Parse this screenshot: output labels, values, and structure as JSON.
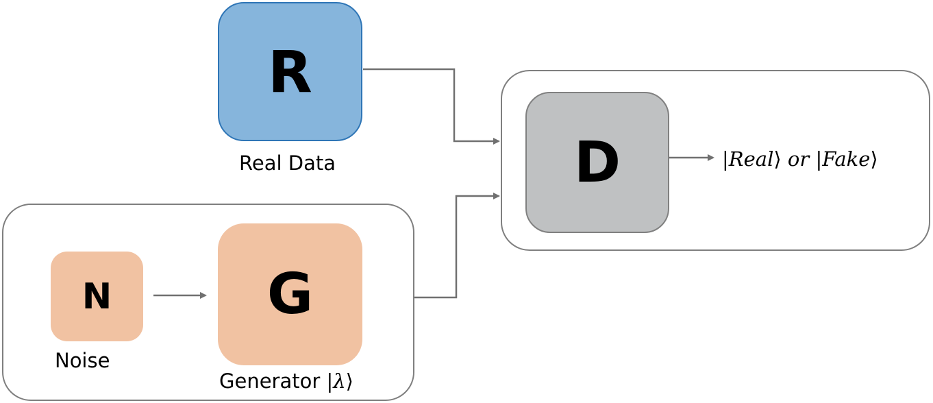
{
  "nodes": {
    "real": {
      "letter": "R",
      "label": "Real Data"
    },
    "discriminator": {
      "letter": "D"
    },
    "generator": {
      "letter": "G",
      "label": "Generator",
      "ket": "λ"
    },
    "noise": {
      "letter": "N",
      "label": "Noise"
    }
  },
  "output": {
    "real_ket": "Real",
    "connector": "or",
    "fake_ket": "Fake"
  },
  "colors": {
    "real_fill": "#86b5dc",
    "real_border": "#2e75b6",
    "discriminator_fill": "#bfc1c2",
    "generator_fill": "#f1c2a2",
    "container_border": "#7f7f7f",
    "arrow": "#707070"
  }
}
